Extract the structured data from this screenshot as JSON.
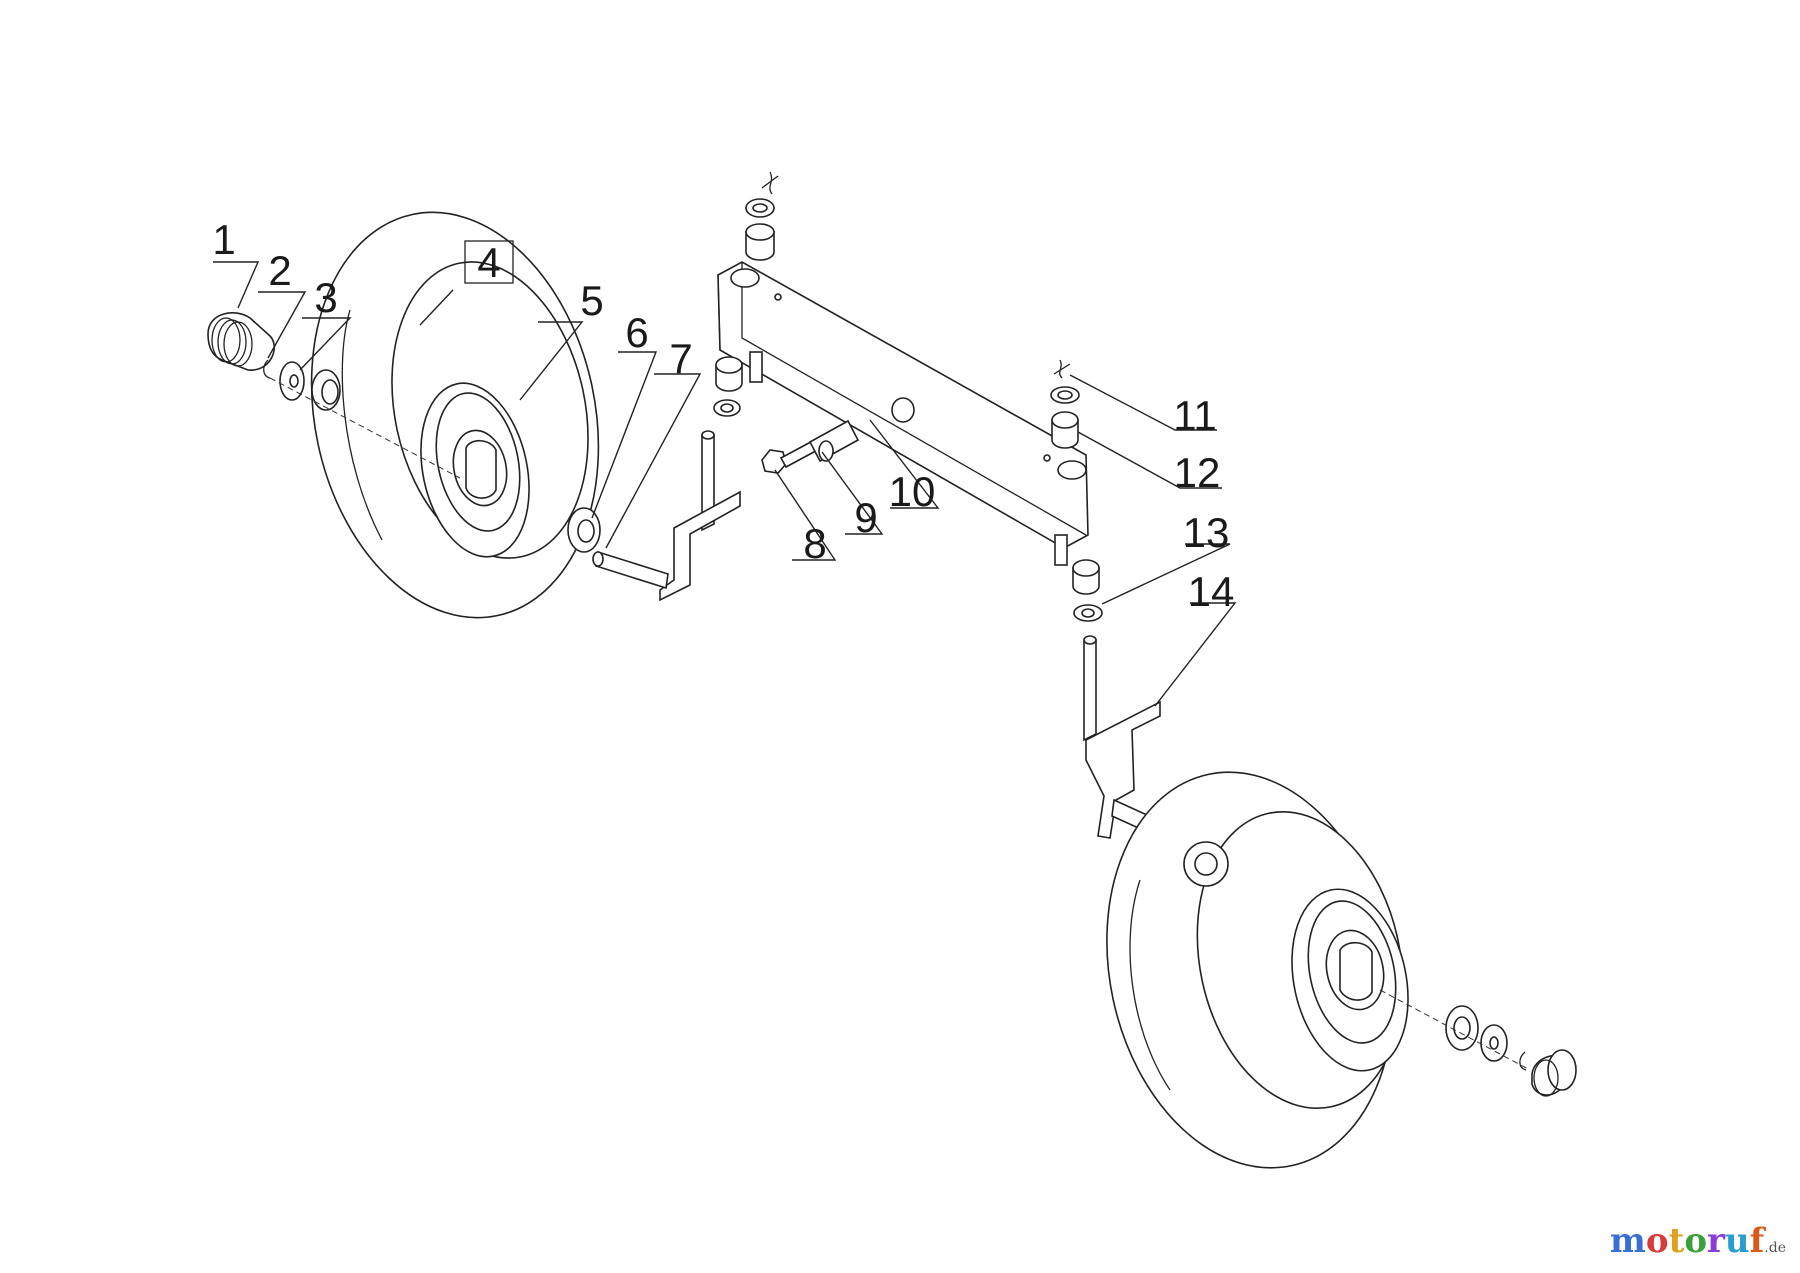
{
  "callouts": [
    {
      "id": "1",
      "label": "1"
    },
    {
      "id": "2",
      "label": "2"
    },
    {
      "id": "3",
      "label": "3"
    },
    {
      "id": "4",
      "label": "4"
    },
    {
      "id": "5",
      "label": "5"
    },
    {
      "id": "6",
      "label": "6"
    },
    {
      "id": "7",
      "label": "7"
    },
    {
      "id": "8",
      "label": "8"
    },
    {
      "id": "9",
      "label": "9"
    },
    {
      "id": "10",
      "label": "10"
    },
    {
      "id": "11",
      "label": "11"
    },
    {
      "id": "12",
      "label": "12"
    },
    {
      "id": "13",
      "label": "13"
    },
    {
      "id": "14",
      "label": "14"
    }
  ],
  "watermark": {
    "brand": "motoruf",
    "tld": ".de",
    "colors": [
      "#3b6fd8",
      "#d83b3b",
      "#e0a020",
      "#3aa03a",
      "#8a3bd8",
      "#2a9dd0",
      "#d85a1a"
    ]
  }
}
